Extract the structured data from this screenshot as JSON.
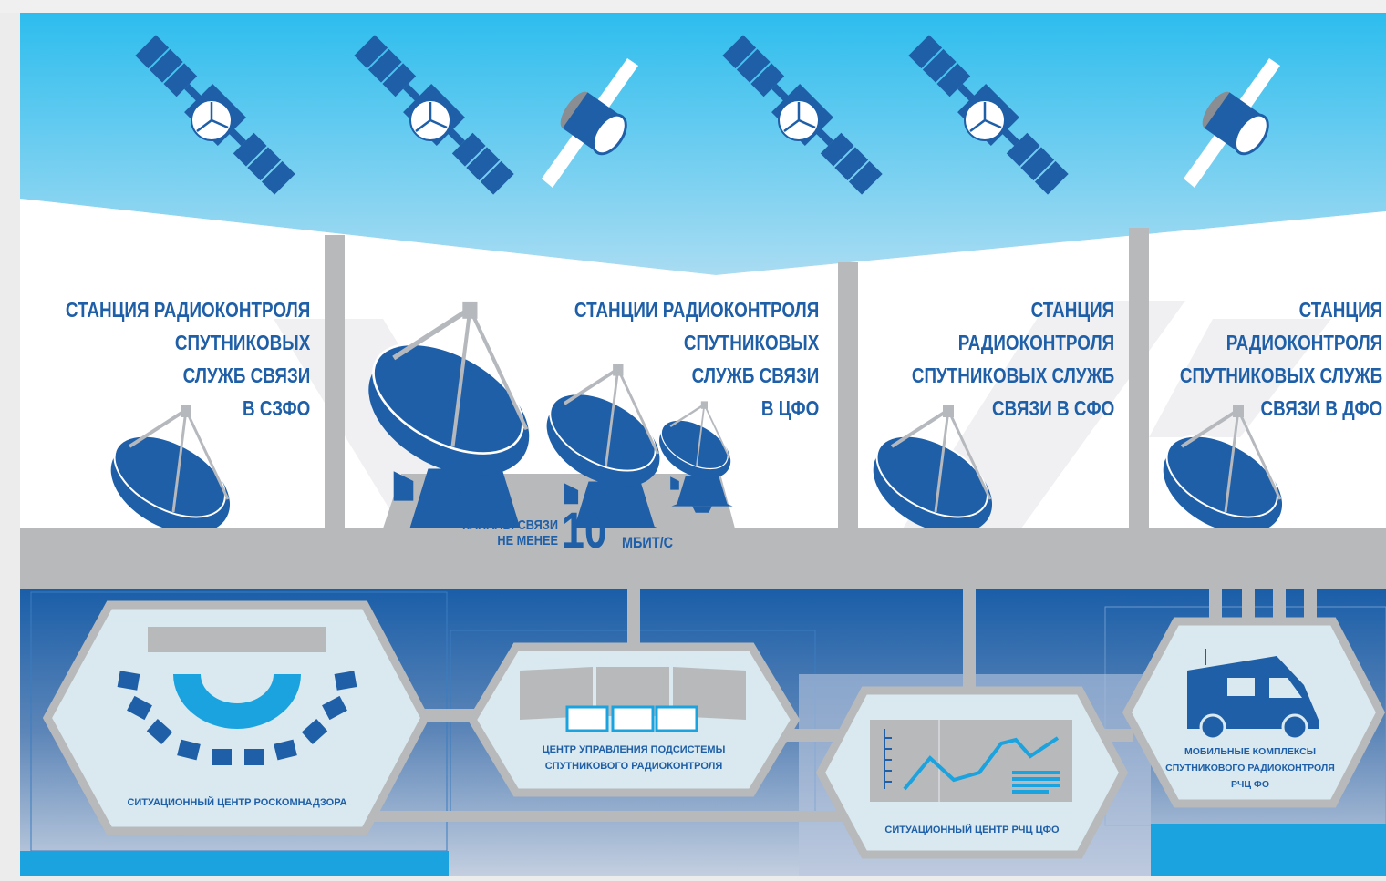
{
  "stations": [
    {
      "lines": [
        "СТАНЦИЯ РАДИОКОНТРОЛЯ",
        "СПУТНИКОВЫХ",
        "СЛУЖБ СВЯЗИ",
        "В СЗФО"
      ]
    },
    {
      "lines": [
        "СТАНЦИИ РАДИОКОНТРОЛЯ",
        "СПУТНИКОВЫХ",
        "СЛУЖБ СВЯЗИ",
        "В ЦФО"
      ]
    },
    {
      "lines": [
        "СТАНЦИЯ",
        "РАДИОКОНТРОЛЯ",
        "СПУТНИКОВЫХ СЛУЖБ",
        "СВЯЗИ В СФО"
      ]
    },
    {
      "lines": [
        "СТАНЦИЯ",
        "РАДИОКОНТРОЛЯ",
        "СПУТНИКОВЫХ СЛУЖБ",
        "СВЯЗИ В ДФО"
      ]
    }
  ],
  "channels": {
    "line1": "КАНАЛЫ СВЯЗИ",
    "line2": "НЕ МЕНЕЕ",
    "value": "10",
    "unit": "МБИТ/С"
  },
  "centers": [
    {
      "lines": [
        "СИТУАЦИОННЫЙ ЦЕНТР РОСКОМНАДЗОРА"
      ]
    },
    {
      "lines": [
        "ЦЕНТР УПРАВЛЕНИЯ ПОДСИСТЕМЫ",
        "СПУТНИКОВОГО РАДИОКОНТРОЛЯ"
      ]
    },
    {
      "lines": [
        "СИТУАЦИОННЫЙ ЦЕНТР РЧЦ ЦФО"
      ]
    },
    {
      "lines": [
        "МОБИЛЬНЫЕ КОМПЛЕКСЫ",
        "СПУТНИКОВОГО РАДИОКОНТРОЛЯ",
        "РЧЦ ФО"
      ]
    }
  ],
  "satellites": [
    {
      "icon": "satellite-panels-icon"
    },
    {
      "icon": "satellite-panels-icon"
    },
    {
      "icon": "satellite-cylinder-icon"
    },
    {
      "icon": "satellite-panels-icon"
    },
    {
      "icon": "satellite-panels-icon"
    },
    {
      "icon": "satellite-cylinder-icon"
    }
  ],
  "colors": {
    "brand_blue": "#1e5fa8",
    "sky_top": "#2dbdee",
    "sky_bottom": "#9fd8f0",
    "gray_bus": "#b8b9bb",
    "hex_fill": "#d9e9ef",
    "dark_blue_band": "#1a5ea8"
  }
}
